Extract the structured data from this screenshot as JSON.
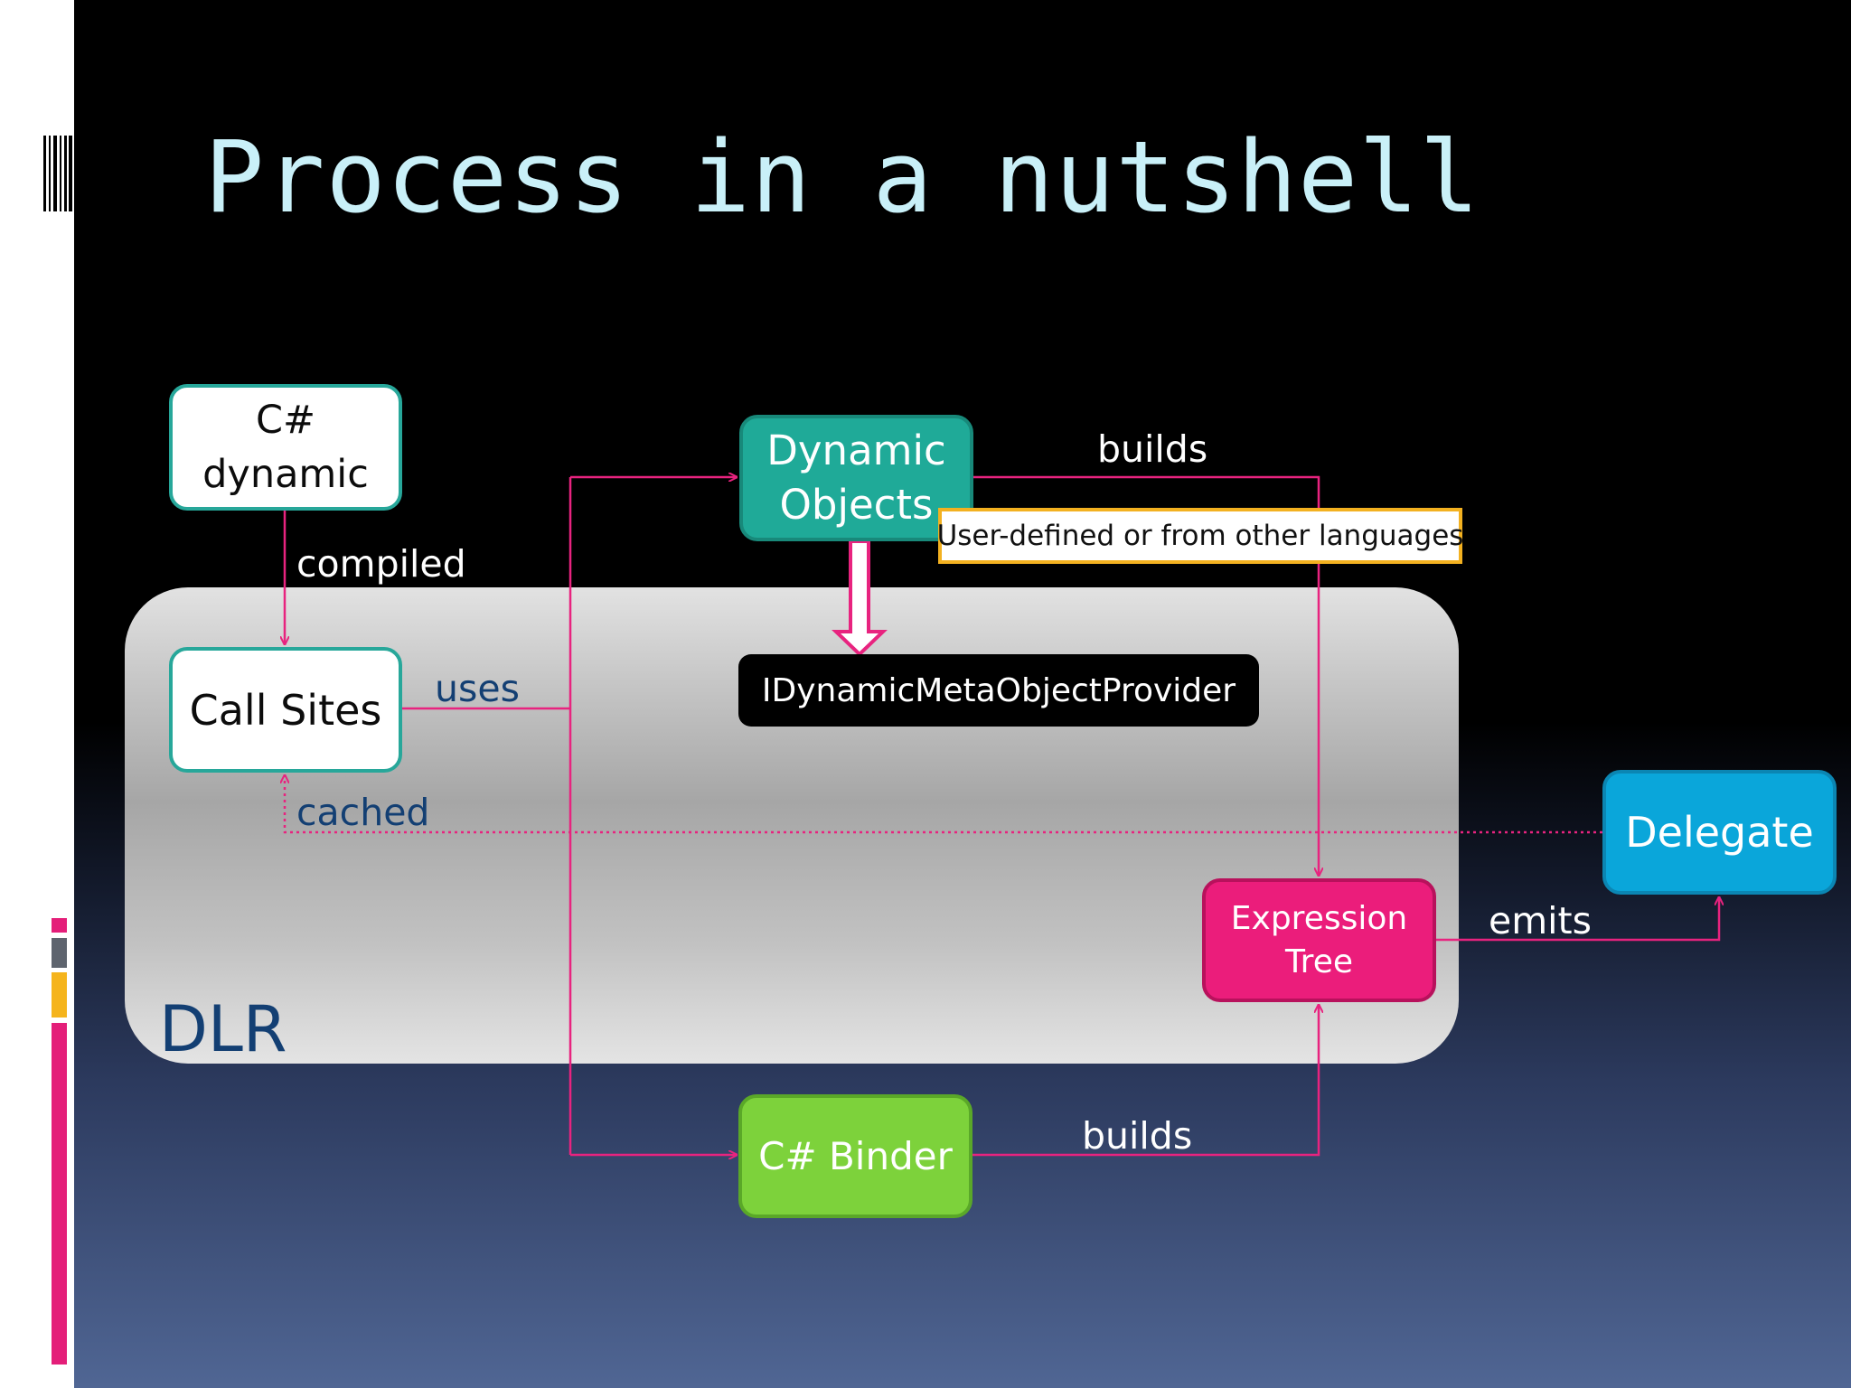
{
  "slide": {
    "title": "Process in a nutshell"
  },
  "diagram": {
    "container_label": "DLR",
    "nodes": {
      "csharp_dynamic": {
        "line1": "C#",
        "line2": "dynamic"
      },
      "call_sites": "Call Sites",
      "dynamic_objects": {
        "line1": "Dynamic",
        "line2": "Objects"
      },
      "idynamic_provider": "IDynamicMetaObjectProvider",
      "delegate": "Delegate",
      "expression_tree": {
        "line1": "Expression",
        "line2": "Tree"
      },
      "csharp_binder": "C# Binder"
    },
    "callout": "User-defined or from other languages",
    "edge_labels": {
      "compiled": "compiled",
      "uses": "uses",
      "cached": "cached",
      "builds_top": "builds",
      "builds_bottom": "builds",
      "emits": "emits"
    },
    "colors": {
      "connector": "#e8237f",
      "teal": "#1faa98",
      "pink": "#eb1d7b",
      "blue": "#0aa6da",
      "green": "#7dd23b",
      "callout_border": "#f3b120",
      "dlr_label": "#133f73"
    }
  }
}
